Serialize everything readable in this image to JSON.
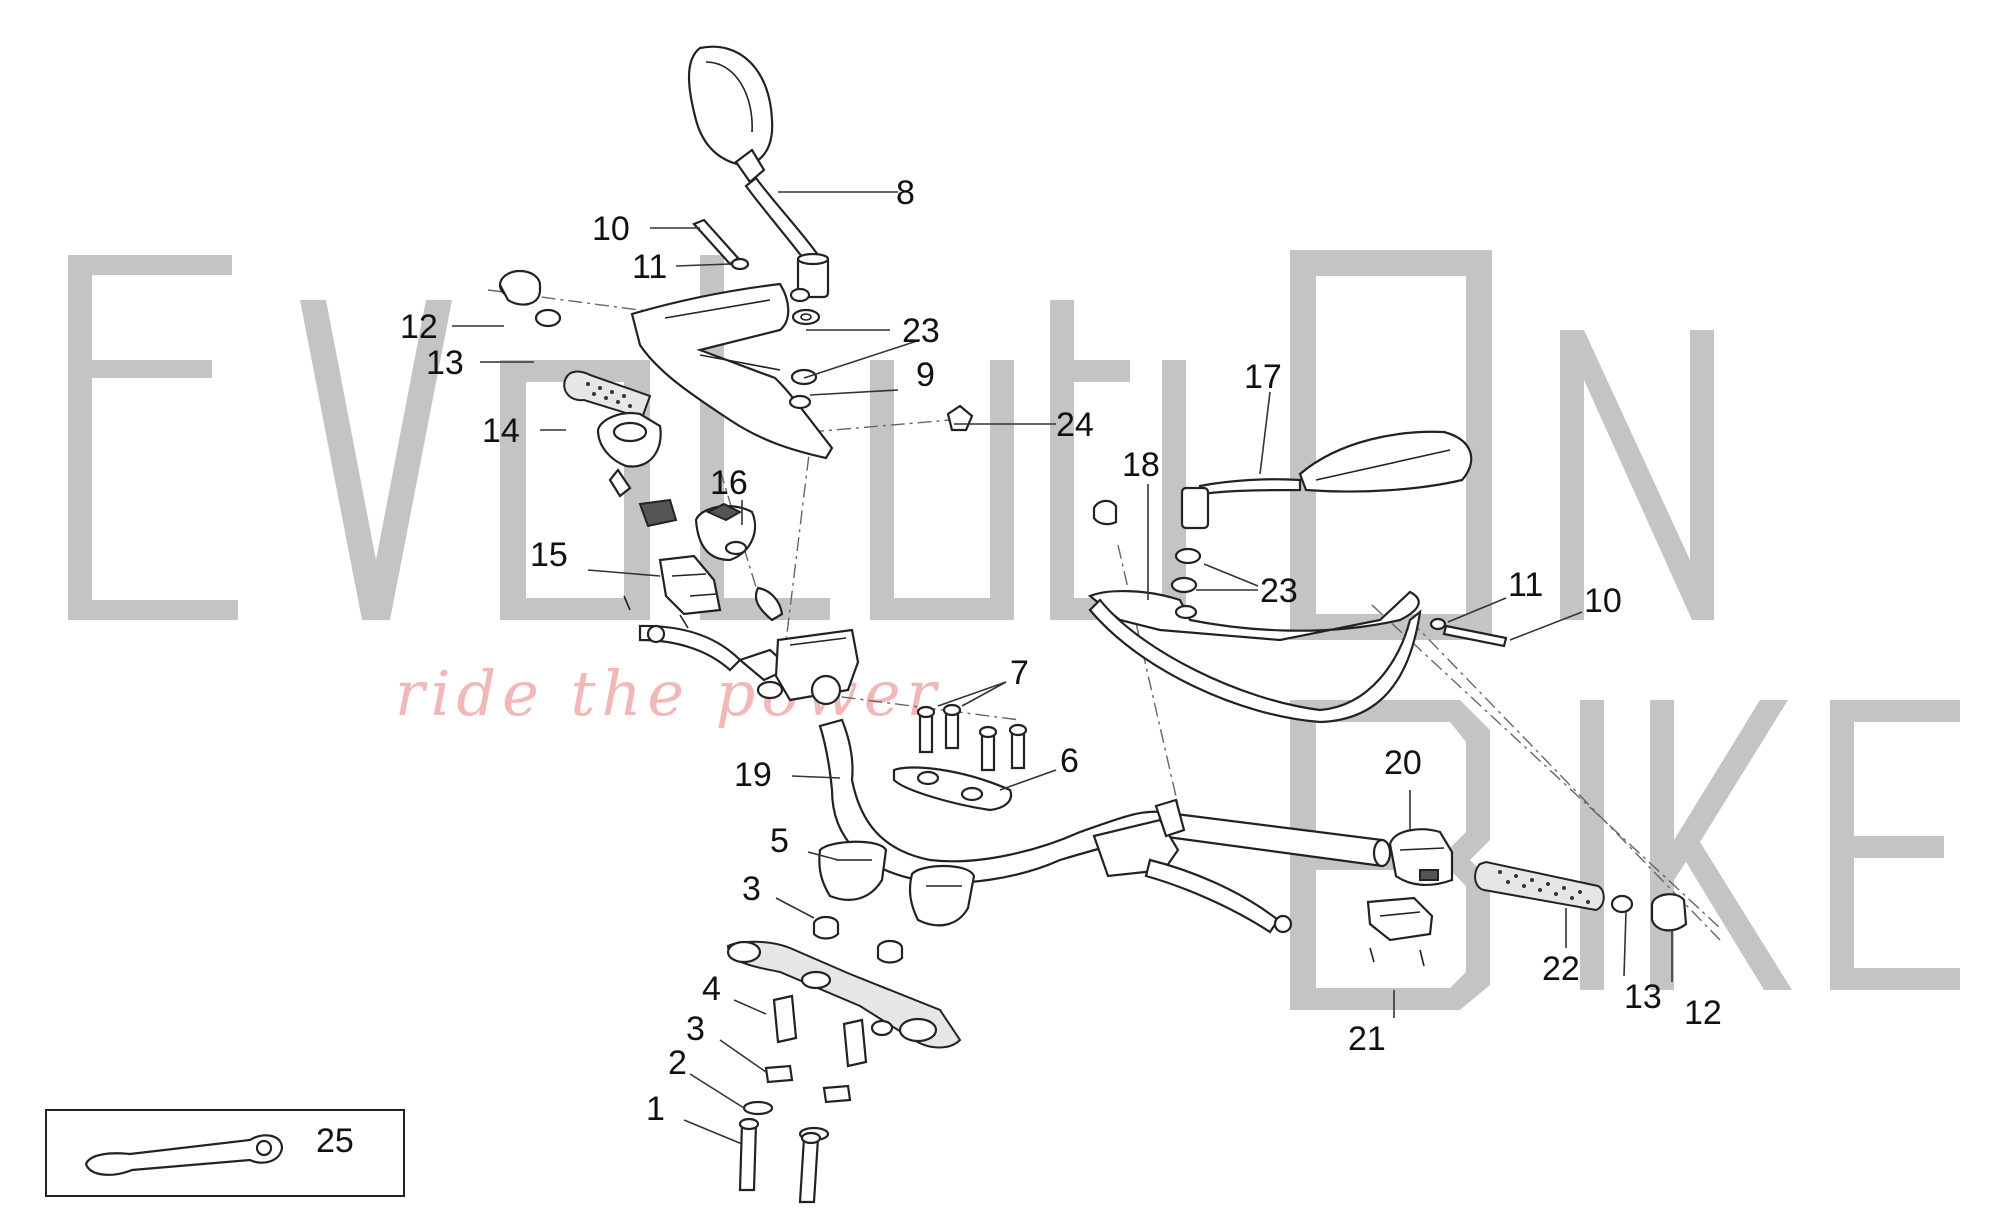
{
  "watermark": {
    "brand_top": "EvolutiOn",
    "brand_bottom": "Bike",
    "tagline": "ride the power"
  },
  "callouts": {
    "c1": "1",
    "c2": "2",
    "c3a": "3",
    "c3b": "3",
    "c4": "4",
    "c5": "5",
    "c6": "6",
    "c7": "7",
    "c8": "8",
    "c9": "9",
    "c10a": "10",
    "c10b": "10",
    "c11a": "11",
    "c11b": "11",
    "c12a": "12",
    "c12b": "12",
    "c13a": "13",
    "c13b": "13",
    "c14": "14",
    "c15": "15",
    "c16": "16",
    "c17": "17",
    "c18": "18",
    "c19": "19",
    "c20": "20",
    "c21": "21",
    "c22": "22",
    "c23a": "23",
    "c23b": "23",
    "c24": "24",
    "c25": "25"
  }
}
